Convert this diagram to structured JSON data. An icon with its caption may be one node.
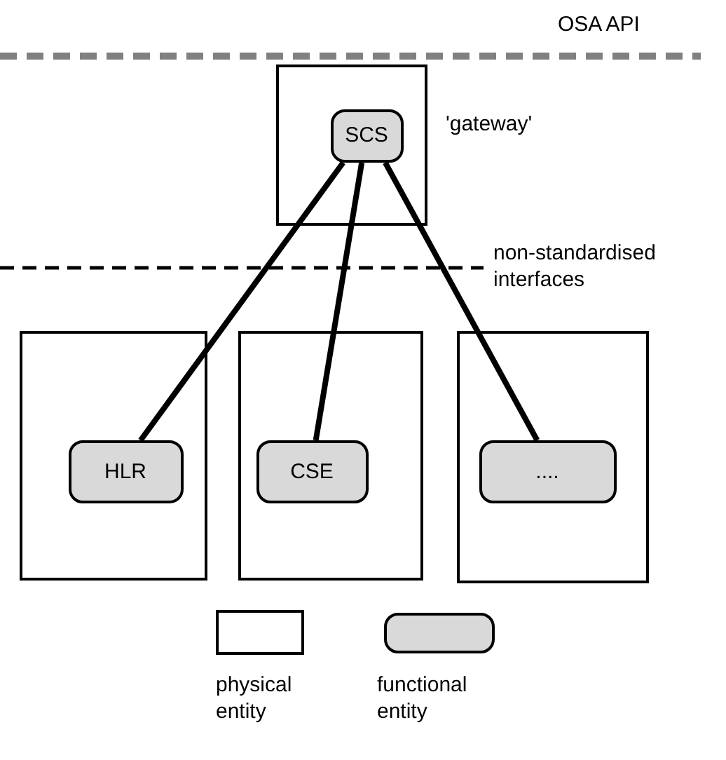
{
  "diagram": {
    "nodes": [
      {
        "text": [],
        "shape": "box",
        "beside": [
          "'gateway'"
        ]
      },
      {
        "text": [
          "SCS"
        ],
        "in": 0
      },
      {
        "text": [],
        "shape": "box"
      },
      {
        "text": [
          "HLR"
        ],
        "in": 2
      },
      {
        "text": [],
        "shape": "box"
      },
      {
        "text": [
          "CSE"
        ],
        "in": 4
      },
      {
        "text": [],
        "shape": "box"
      },
      {
        "text": [
          "...."
        ],
        "in": 6
      }
    ],
    "edges": [
      {
        "from": 1,
        "to": 3,
        "arrow": "none"
      },
      {
        "from": 1,
        "to": 5,
        "arrow": "none"
      },
      {
        "from": 1,
        "to": 7,
        "arrow": "none"
      }
    ],
    "labels": [
      "OSA API",
      "non-standardised interfaces"
    ],
    "legend": [
      {
        "text": "physical entity"
      },
      {
        "text": "functional entity"
      }
    ]
  }
}
